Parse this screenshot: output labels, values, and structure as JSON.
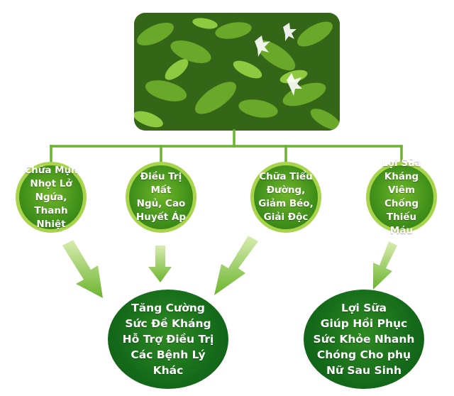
{
  "nodes": [
    {
      "id": "node-1",
      "text": "Chữa Mụn\nNhọt Lở\nNgứa, Thanh\nNhiệt"
    },
    {
      "id": "node-2",
      "text": "Điều Trị Mất\nNgủ, Cao\nHuyết Áp"
    },
    {
      "id": "node-3",
      "text": "Chữa Tiểu\nĐường,\nGiảm Béo,\nGiải Độc"
    },
    {
      "id": "node-4",
      "text": "Lợi Sữa\nKháng Viêm\nChống Thiếu\nMáu"
    }
  ],
  "results": [
    {
      "id": "result-1",
      "text": "Tăng Cường\nSức Đề Kháng\nHỗ Trợ Điều Trị\nCác Bệnh Lý\nKhác"
    },
    {
      "id": "result-2",
      "text": "Lợi Sữa\nGiúp Hồi Phục\nSức Khỏe Nhanh\nChóng Cho phụ\nNữ Sau Sinh"
    }
  ],
  "colors": {
    "connector": "#6ab42e",
    "node_fill": "#4b9a1f",
    "node_ring": "#a7d44a",
    "result_fill": "#156b1a",
    "arrow": "#8cc63f"
  }
}
